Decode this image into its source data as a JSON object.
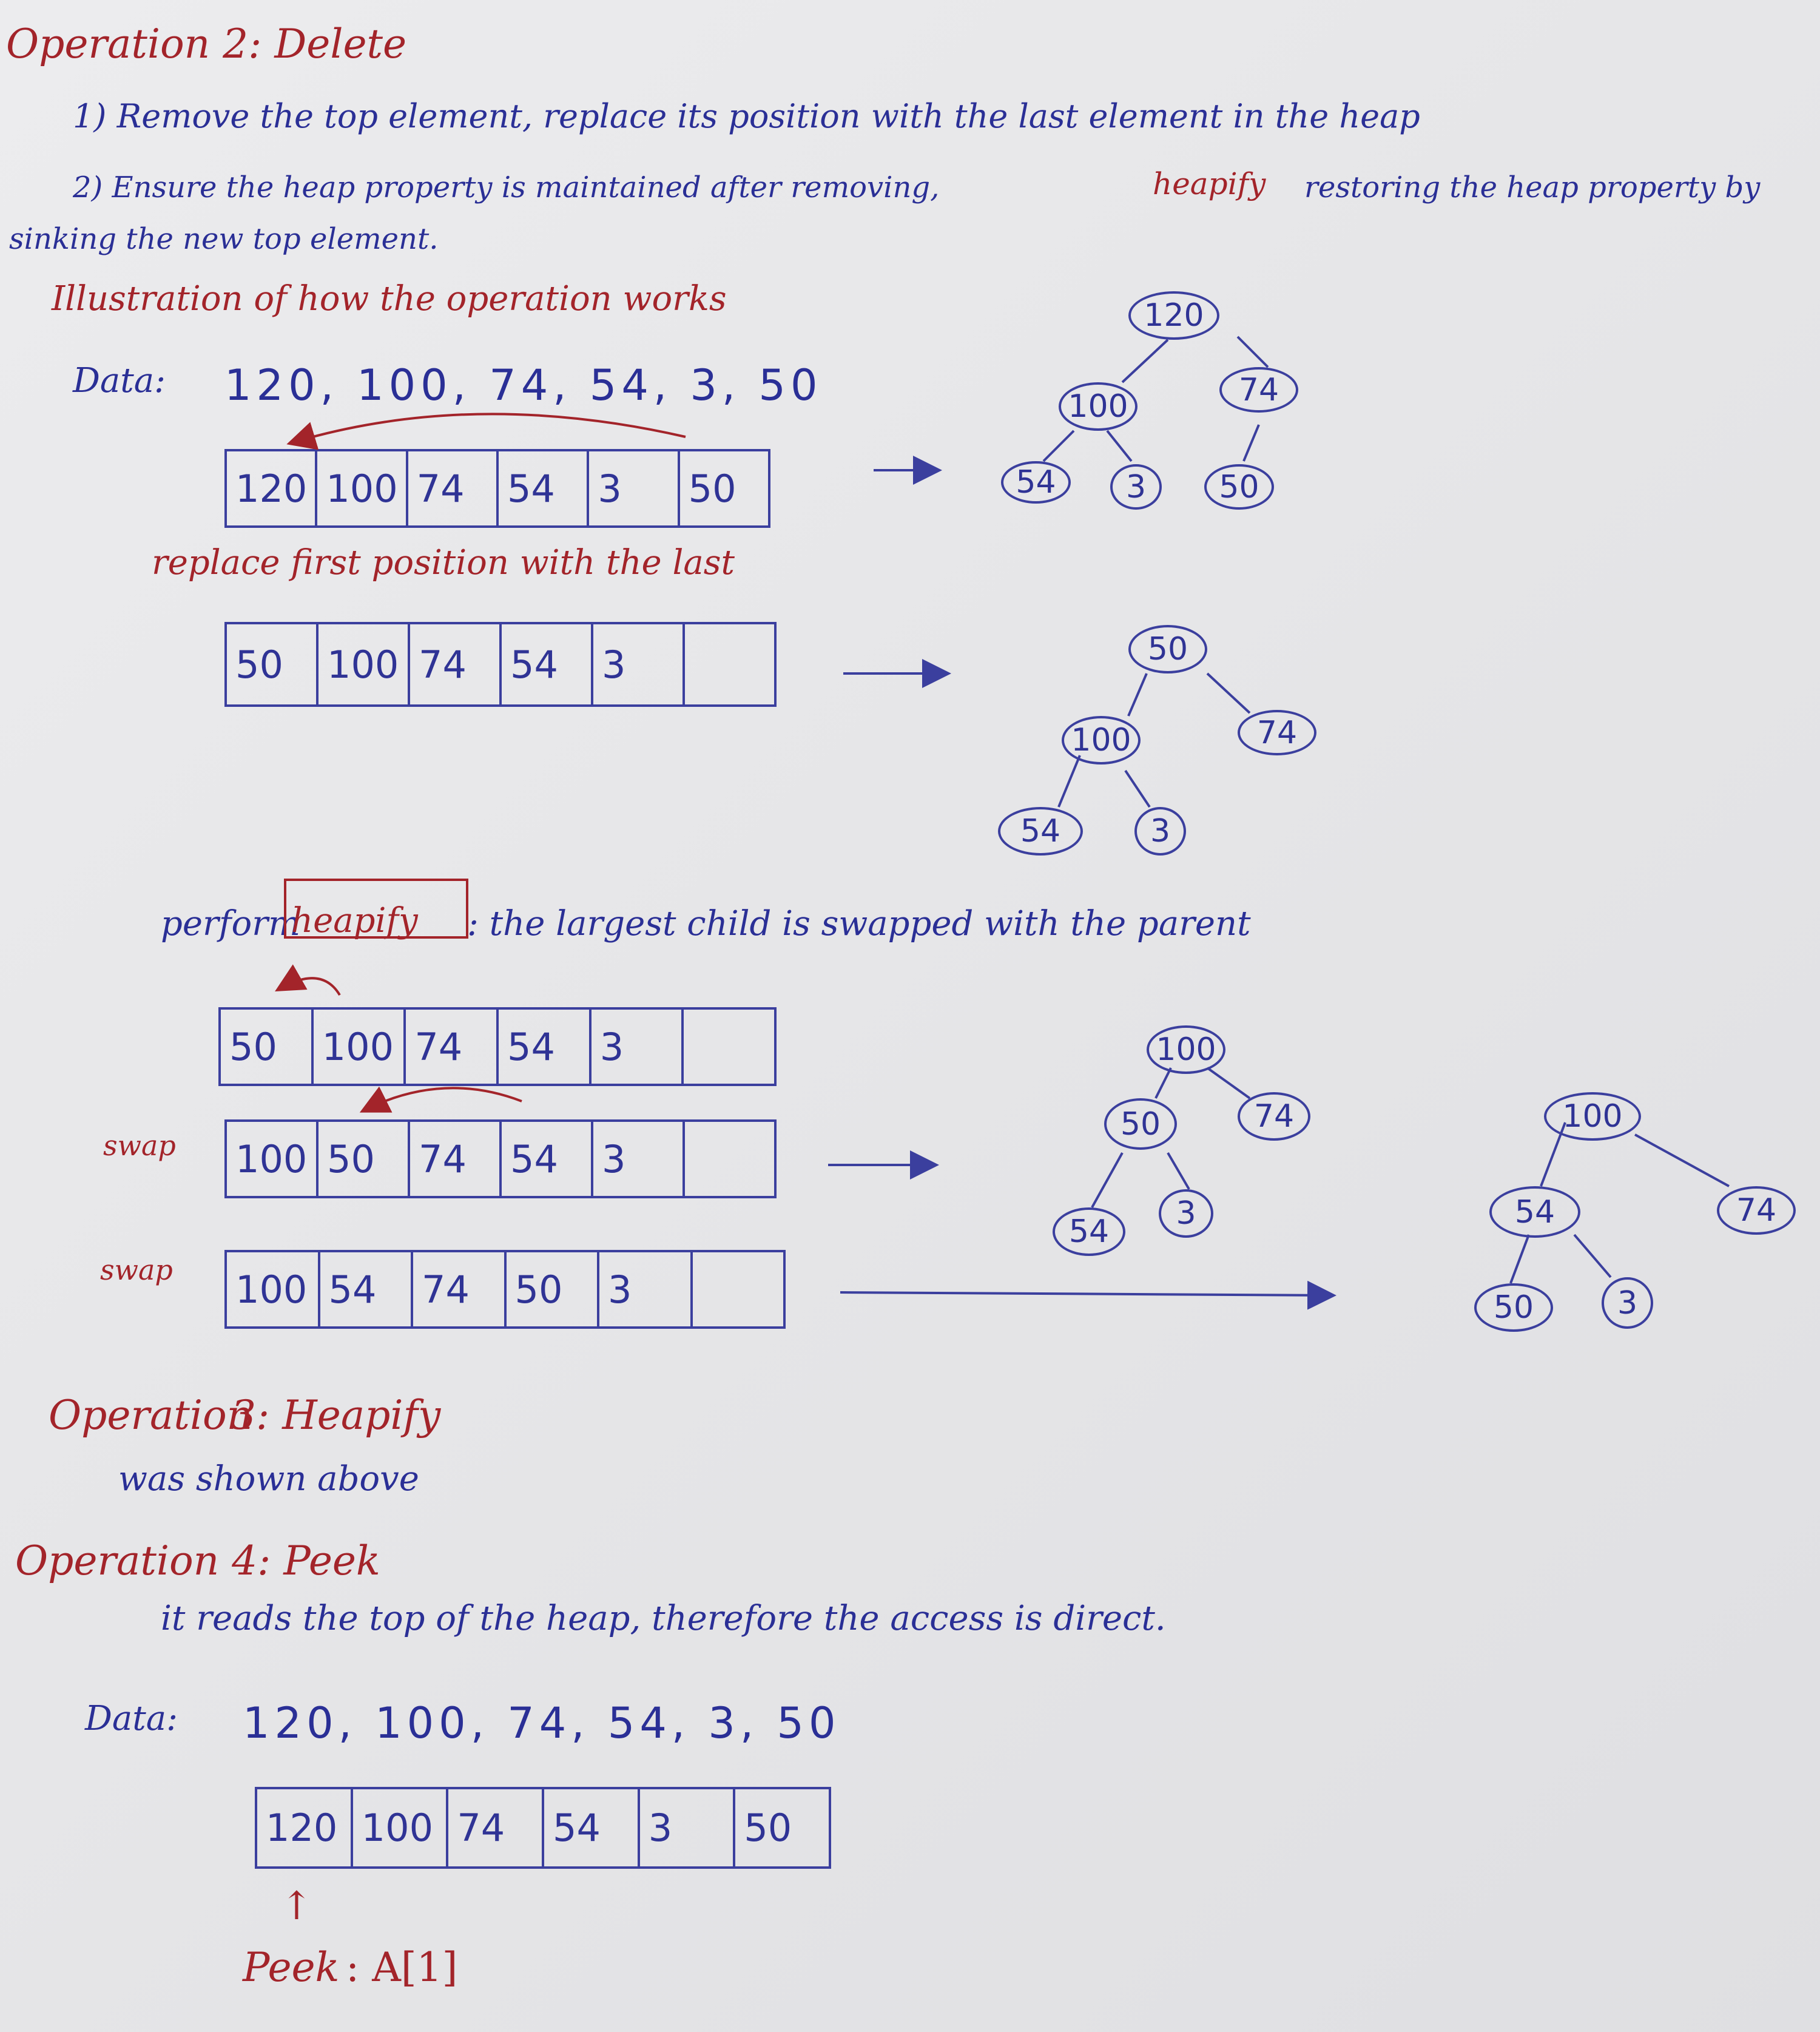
{
  "op2": {
    "heading": "Operation 2: Delete",
    "step1": "1) Remove the top element, replace its position with the last element in the heap",
    "step2_a": "2) Ensure the heap property is maintained after removing,",
    "step2_b": "heapify",
    "step2_c": "restoring the heap property by",
    "step2_d": "sinking the new top element.",
    "illustration": "Illustration of how the operation works",
    "data_label": "Data:",
    "data_values": "120, 100, 74, 54, 3, 50",
    "array1": [
      "120",
      "100",
      "74",
      "54",
      "3",
      "50"
    ],
    "tree1": [
      "120",
      "100",
      "74",
      "54",
      "3",
      "50"
    ],
    "replace_note": "replace first position with the last",
    "array2": [
      "50",
      "100",
      "74",
      "54",
      "3",
      ""
    ],
    "tree2": [
      "50",
      "100",
      "74",
      "54",
      "3"
    ],
    "perform_a": "perform",
    "perform_b": "heapify",
    "perform_c": ": the largest child is swapped with the parent",
    "array3": [
      "50",
      "100",
      "74",
      "54",
      "3",
      ""
    ],
    "swap_label_1": "swap",
    "array4": [
      "100",
      "50",
      "74",
      "54",
      "3",
      ""
    ],
    "tree3": [
      "100",
      "50",
      "74",
      "54",
      "3"
    ],
    "swap_label_2": "swap",
    "array5": [
      "100",
      "54",
      "74",
      "50",
      "3",
      ""
    ],
    "tree4": [
      "100",
      "54",
      "74",
      "50",
      "3"
    ]
  },
  "op3": {
    "heading_a": "Operation",
    "heading_b": "3: Heapify",
    "note": "was shown above"
  },
  "op4": {
    "heading": "Operation 4: Peek",
    "note": "it reads the top of the heap, therefore the access is direct.",
    "data_label": "Data:",
    "data_values": "120, 100, 74, 54, 3, 50",
    "array": [
      "120",
      "100",
      "74",
      "54",
      "3",
      "50"
    ],
    "pointer": "↑",
    "peek_a": "Peek",
    "peek_b": ": A[1]"
  },
  "colors": {
    "ink_blue": "#2a2f96",
    "ink_red": "#a3242a",
    "paper": "#e6e6e8"
  }
}
